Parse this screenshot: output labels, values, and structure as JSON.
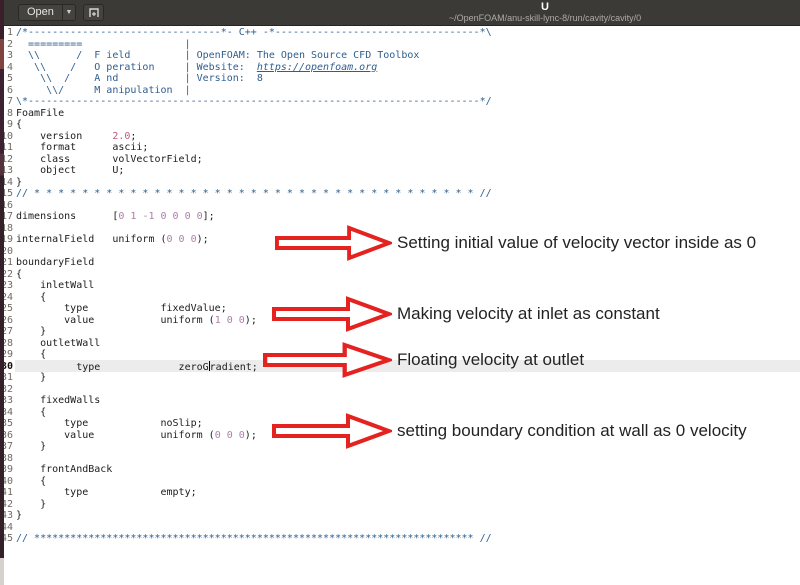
{
  "window": {
    "title": "U",
    "path": "~/OpenFOAM/anu-skill-lync-8/run/cavity/cavity/0"
  },
  "toolbar": {
    "open_label": "Open",
    "icons": {
      "chevron_down": "▼",
      "new_document": "new-tab-plus"
    }
  },
  "colors": {
    "arrow_red": "#e42320",
    "comment_blue": "#2f5e8f",
    "number_violet": "#ad7fa8",
    "float_pink": "#c15b78",
    "current_line_bg": "#ececec",
    "headerbar_bg": "#3b3a36"
  },
  "editor": {
    "current_line": 30,
    "lines": [
      {
        "num": 1,
        "seg": [
          [
            "/*--------------------------------*- C++ -*----------------------------------*\\",
            "c"
          ]
        ]
      },
      {
        "num": 2,
        "seg": [
          [
            "  =========                 |",
            "c"
          ]
        ]
      },
      {
        "num": 3,
        "seg": [
          [
            "  \\\\      /  F ield         | OpenFOAM: The Open Source CFD Toolbox",
            "c"
          ]
        ]
      },
      {
        "num": 4,
        "seg": [
          [
            "   \\\\    /   O peration     | Website:  ",
            "c"
          ],
          [
            "https://openfoam.org",
            "u"
          ]
        ]
      },
      {
        "num": 5,
        "seg": [
          [
            "    \\\\  /    A nd           | Version:  8",
            "c"
          ]
        ]
      },
      {
        "num": 6,
        "seg": [
          [
            "     \\\\/     M anipulation  |",
            "c"
          ]
        ]
      },
      {
        "num": 7,
        "seg": [
          [
            "\\*---------------------------------------------------------------------------*/",
            "c"
          ]
        ]
      },
      {
        "num": 8,
        "seg": [
          [
            "FoamFile",
            ""
          ]
        ]
      },
      {
        "num": 9,
        "seg": [
          [
            "{",
            ""
          ]
        ]
      },
      {
        "num": 10,
        "seg": [
          [
            "    version     ",
            ""
          ],
          [
            "2.0",
            "f"
          ],
          [
            ";",
            ""
          ]
        ]
      },
      {
        "num": 11,
        "seg": [
          [
            "    format      ascii;",
            ""
          ]
        ]
      },
      {
        "num": 12,
        "seg": [
          [
            "    class       volVectorField;",
            ""
          ]
        ]
      },
      {
        "num": 13,
        "seg": [
          [
            "    object      U;",
            ""
          ]
        ]
      },
      {
        "num": 14,
        "seg": [
          [
            "}",
            ""
          ]
        ]
      },
      {
        "num": 15,
        "seg": [
          [
            "// * * * * * * * * * * * * * * * * * * * * * * * * * * * * * * * * * * * * * //",
            "c"
          ]
        ]
      },
      {
        "num": 16,
        "seg": []
      },
      {
        "num": 17,
        "seg": [
          [
            "dimensions      [",
            ""
          ],
          [
            "0 1 -1 0 0 0 0",
            "n"
          ],
          [
            "];",
            ""
          ]
        ]
      },
      {
        "num": 18,
        "seg": []
      },
      {
        "num": 19,
        "seg": [
          [
            "internalField   uniform (",
            ""
          ],
          [
            "0 0 0",
            "n"
          ],
          [
            ");",
            ""
          ]
        ]
      },
      {
        "num": 20,
        "seg": []
      },
      {
        "num": 21,
        "seg": [
          [
            "boundaryField",
            ""
          ]
        ]
      },
      {
        "num": 22,
        "seg": [
          [
            "{",
            ""
          ]
        ]
      },
      {
        "num": 23,
        "seg": [
          [
            "    inletWall",
            ""
          ]
        ]
      },
      {
        "num": 24,
        "seg": [
          [
            "    {",
            ""
          ]
        ]
      },
      {
        "num": 25,
        "seg": [
          [
            "        type            fixedValue;",
            ""
          ]
        ]
      },
      {
        "num": 26,
        "seg": [
          [
            "        value           uniform (",
            ""
          ],
          [
            "1 0 0",
            "n"
          ],
          [
            ");",
            ""
          ]
        ]
      },
      {
        "num": 27,
        "seg": [
          [
            "    }",
            ""
          ]
        ]
      },
      {
        "num": 28,
        "seg": [
          [
            "    outletWall",
            ""
          ]
        ]
      },
      {
        "num": 29,
        "seg": [
          [
            "    {",
            ""
          ]
        ]
      },
      {
        "num": 30,
        "seg": [
          [
            "          type             zeroG",
            ""
          ],
          [
            "",
            "caret"
          ],
          [
            "radient;",
            ""
          ]
        ]
      },
      {
        "num": 31,
        "seg": [
          [
            "    }",
            ""
          ]
        ]
      },
      {
        "num": 32,
        "seg": []
      },
      {
        "num": 33,
        "seg": [
          [
            "    fixedWalls",
            ""
          ]
        ]
      },
      {
        "num": 34,
        "seg": [
          [
            "    {",
            ""
          ]
        ]
      },
      {
        "num": 35,
        "seg": [
          [
            "        type            noSlip;",
            ""
          ]
        ]
      },
      {
        "num": 36,
        "seg": [
          [
            "        value           uniform (",
            ""
          ],
          [
            "0 0 0",
            "n"
          ],
          [
            ");",
            ""
          ]
        ]
      },
      {
        "num": 37,
        "seg": [
          [
            "    }",
            ""
          ]
        ]
      },
      {
        "num": 38,
        "seg": []
      },
      {
        "num": 39,
        "seg": [
          [
            "    frontAndBack",
            ""
          ]
        ]
      },
      {
        "num": 40,
        "seg": [
          [
            "    {",
            ""
          ]
        ]
      },
      {
        "num": 41,
        "seg": [
          [
            "        type            empty;",
            ""
          ]
        ]
      },
      {
        "num": 42,
        "seg": [
          [
            "    }",
            ""
          ]
        ]
      },
      {
        "num": 43,
        "seg": [
          [
            "}",
            ""
          ]
        ]
      },
      {
        "num": 44,
        "seg": []
      },
      {
        "num": 45,
        "seg": [
          [
            "// ************************************************************************* //",
            "c"
          ]
        ]
      }
    ]
  },
  "annotations": [
    {
      "text": "Setting initial value of velocity vector inside as 0"
    },
    {
      "text": "Making velocity at inlet as constant"
    },
    {
      "text": "Floating velocity at outlet"
    },
    {
      "text": "setting boundary condition at wall as 0 velocity"
    }
  ]
}
